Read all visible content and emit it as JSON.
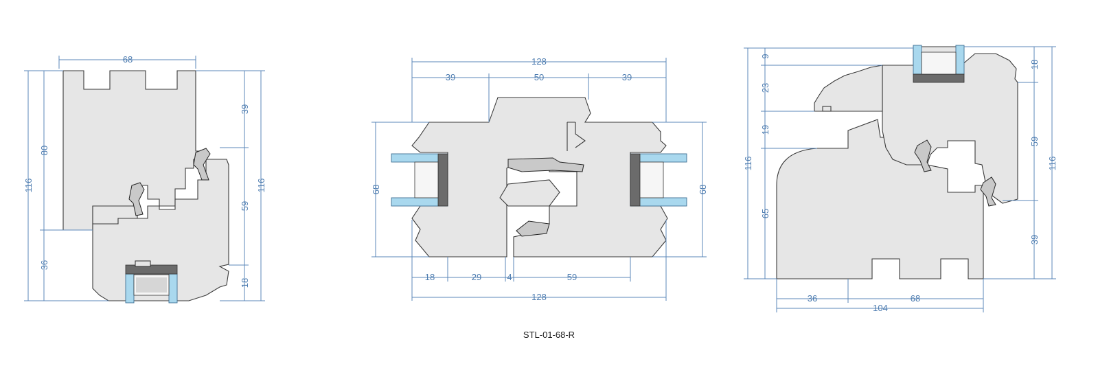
{
  "drawing_code": "STL-01-68-R",
  "views": {
    "left": {
      "dims": {
        "top": "68",
        "v80": "80",
        "v116a": "116",
        "v36": "36",
        "r39": "39",
        "r59": "59",
        "r18": "18",
        "v116b": "116"
      }
    },
    "center": {
      "dims": {
        "top128": "128",
        "a39": "39",
        "a50": "50",
        "b39": "39",
        "l68": "68",
        "r68": "68",
        "b18": "18",
        "b29": "29",
        "b4": "4",
        "b59": "59",
        "bottom128": "128"
      }
    },
    "right": {
      "dims": {
        "l9": "9",
        "l23": "23",
        "l19": "19",
        "l65": "65",
        "l116": "116",
        "r18": "18",
        "r59": "59",
        "r39": "39",
        "r116": "116",
        "b36": "36",
        "b68": "68",
        "b104": "104"
      }
    }
  },
  "colors": {
    "dimension": "#4d7cb0",
    "glass": "#a9d8ee",
    "section": "#e6e6e6"
  }
}
